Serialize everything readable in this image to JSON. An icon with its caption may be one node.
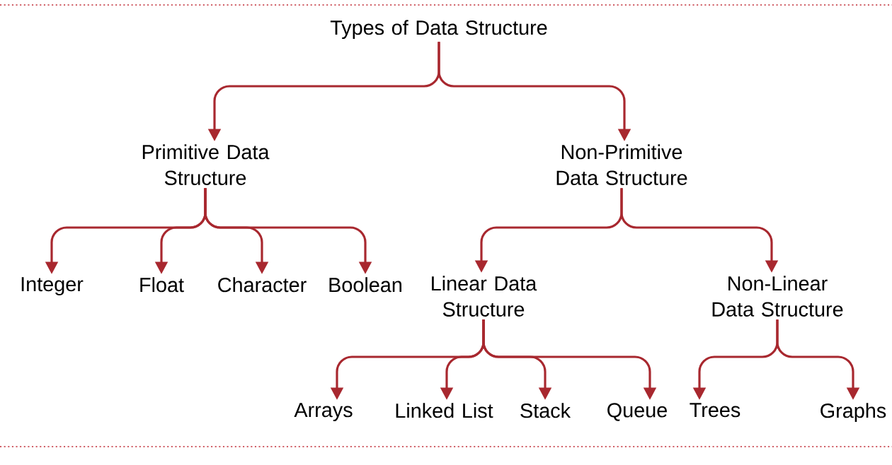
{
  "diagram": {
    "nodes": [
      {
        "text": [
          "Types of Data Structure"
        ]
      },
      {
        "text": [
          "Primitive Data Structure"
        ]
      },
      {
        "text": [
          "Non-Primitive Data Structure"
        ]
      },
      {
        "text": [
          "Integer"
        ]
      },
      {
        "text": [
          "Float"
        ]
      },
      {
        "text": [
          "Character"
        ]
      },
      {
        "text": [
          "Boolean"
        ]
      },
      {
        "text": [
          "Linear Data Structure"
        ]
      },
      {
        "text": [
          "Non-Linear Data Structure"
        ]
      },
      {
        "text": [
          "Arrays"
        ]
      },
      {
        "text": [
          "Linked List"
        ]
      },
      {
        "text": [
          "Stack"
        ]
      },
      {
        "text": [
          "Queue"
        ]
      },
      {
        "text": [
          "Trees"
        ]
      },
      {
        "text": [
          "Graphs"
        ]
      }
    ],
    "edges": [
      {
        "from": 0,
        "to": 1,
        "arrow": "to"
      },
      {
        "from": 0,
        "to": 2,
        "arrow": "to"
      },
      {
        "from": 1,
        "to": 3,
        "arrow": "to"
      },
      {
        "from": 1,
        "to": 4,
        "arrow": "to"
      },
      {
        "from": 1,
        "to": 5,
        "arrow": "to"
      },
      {
        "from": 1,
        "to": 6,
        "arrow": "to"
      },
      {
        "from": 2,
        "to": 7,
        "arrow": "to"
      },
      {
        "from": 2,
        "to": 8,
        "arrow": "to"
      },
      {
        "from": 7,
        "to": 9,
        "arrow": "to"
      },
      {
        "from": 7,
        "to": 10,
        "arrow": "to"
      },
      {
        "from": 7,
        "to": 11,
        "arrow": "to"
      },
      {
        "from": 7,
        "to": 12,
        "arrow": "to"
      },
      {
        "from": 8,
        "to": 13,
        "arrow": "to"
      },
      {
        "from": 8,
        "to": 14,
        "arrow": "to"
      }
    ]
  }
}
